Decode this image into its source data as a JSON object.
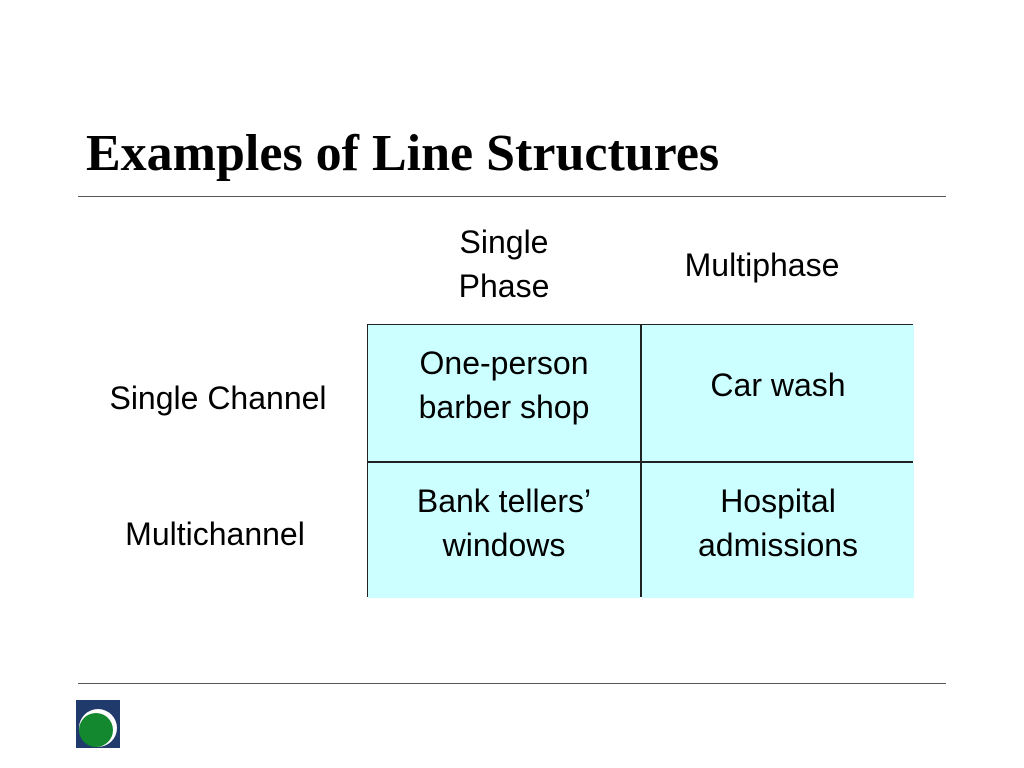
{
  "title": "Examples of Line Structures",
  "columns": {
    "single_phase": "Single\nPhase",
    "multiphase": "Multiphase"
  },
  "rows": {
    "single_channel": "Single Channel",
    "multichannel": "Multichannel"
  },
  "cells": {
    "single_channel_single_phase": "One-person\nbarber shop",
    "single_channel_multiphase": "Car wash",
    "multichannel_single_phase": "Bank tellers’\nwindows",
    "multichannel_multiphase": "Hospital\nadmissions"
  },
  "colors": {
    "cell_fill": "#ccffff",
    "logo_navy": "#1f3a6b",
    "logo_green": "#13882f"
  },
  "logo": {
    "icon": "circle-logo-icon"
  }
}
